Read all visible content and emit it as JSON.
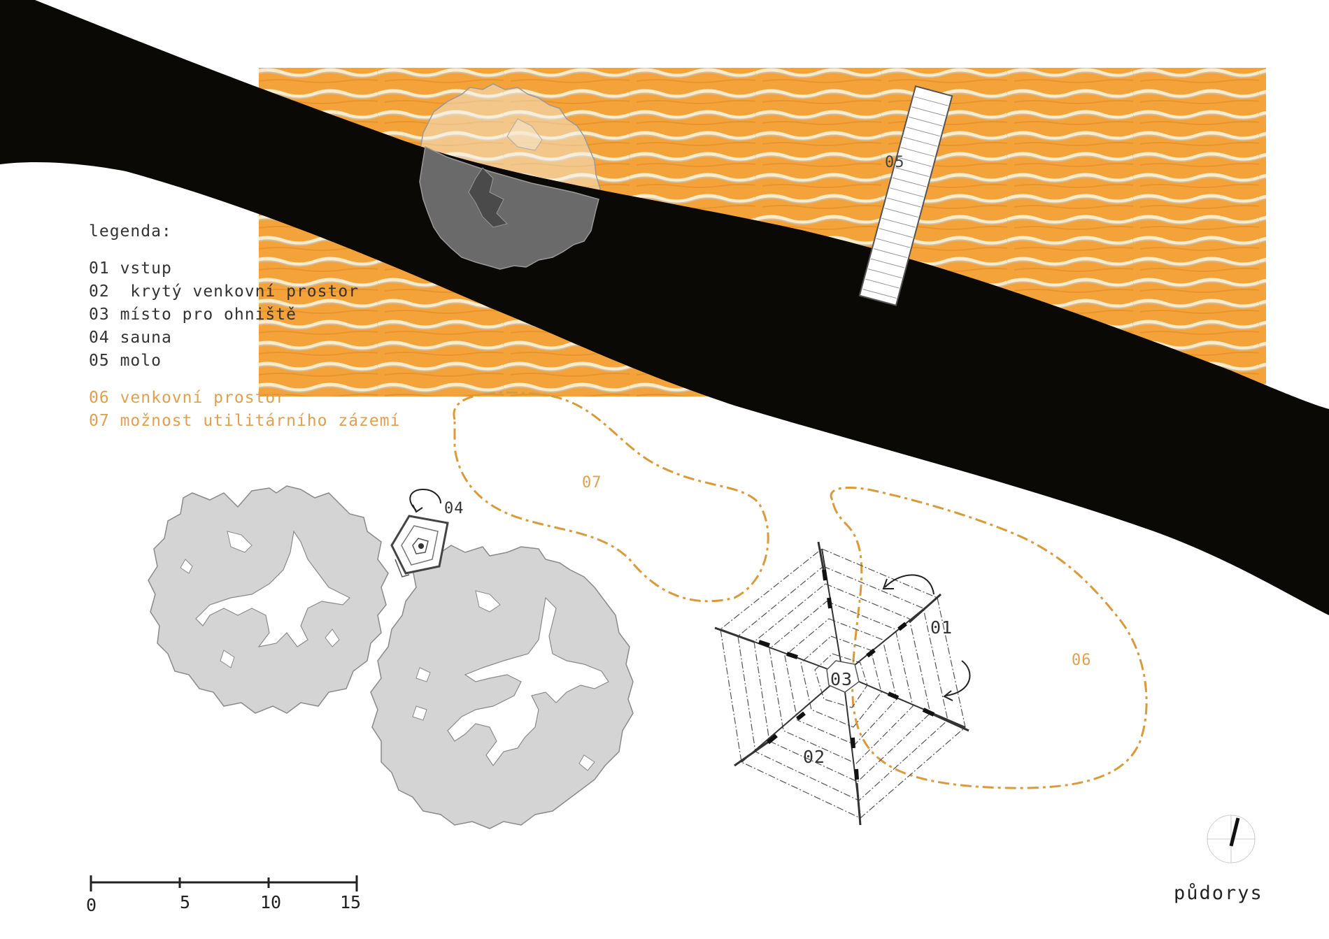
{
  "legend": {
    "title": "legenda:",
    "items": [
      {
        "code": "01",
        "label": "vstup"
      },
      {
        "code": "02",
        "label": " krytý venkovní prostor"
      },
      {
        "code": "03",
        "label": "místo pro ohniště"
      },
      {
        "code": "04",
        "label": "sauna"
      },
      {
        "code": "05",
        "label": "molo"
      }
    ],
    "zones": [
      {
        "code": "06",
        "label": "venkovní prostor"
      },
      {
        "code": "07",
        "label": "možnost utilitárního zázemí"
      }
    ]
  },
  "map_labels": {
    "pier": "05",
    "sauna": "04",
    "zone_utility": "07",
    "zone_outdoor": "06",
    "entrance": "01",
    "fireplace": "03",
    "covered_space": "02"
  },
  "scale_bar": {
    "ticks": [
      "0",
      "5",
      "10",
      "15"
    ]
  },
  "plan_title": "půdorys",
  "colors": {
    "river": "#0b0906",
    "water": "#f4a23a",
    "zone_outline": "#d99a3a",
    "tree_fill": "#d4d4d4",
    "tree_outline": "#8a8a8a",
    "legend_orange": "#e0a050"
  }
}
